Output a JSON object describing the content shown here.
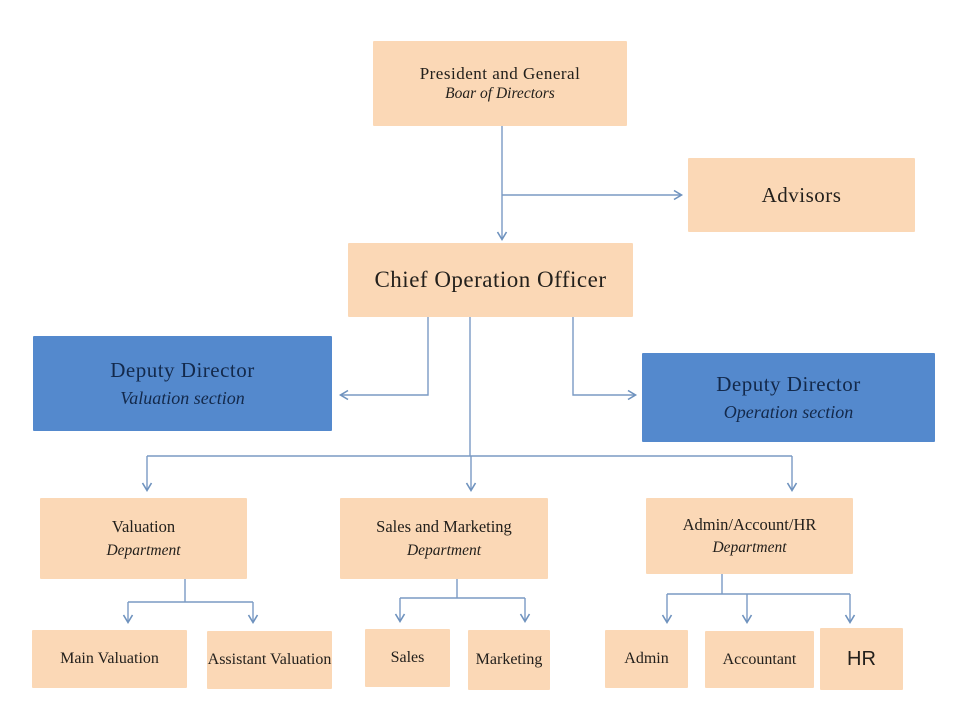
{
  "title": "Organization chart",
  "colors": {
    "box_peach": "#FBD8B6",
    "box_blue": "#5489CD",
    "connector_line": "#7A9AC4",
    "text_dark": "#23201c",
    "text_navy": "#13294b"
  },
  "nodes": {
    "president": {
      "line1": "President and General",
      "line2": "Boar of Directors"
    },
    "advisors": {
      "line1": "Advisors"
    },
    "coo": {
      "line1": "Chief Operation Officer"
    },
    "deputy_valuation": {
      "line1": "Deputy Director",
      "line2": "Valuation section"
    },
    "deputy_operation": {
      "line1": "Deputy Director",
      "line2": "Operation section"
    },
    "valuation_dept": {
      "line1": "Valuation",
      "line2": "Department"
    },
    "sales_marketing_dept": {
      "line1": "Sales and Marketing",
      "line2": "Department"
    },
    "admin_account_hr_dept": {
      "line1": "Admin/Account/HR",
      "line2": "Department"
    },
    "main_valuation": {
      "line1": "Main Valuation"
    },
    "assistant_valuation": {
      "line1": "Assistant Valuation"
    },
    "sales": {
      "line1": "Sales"
    },
    "marketing": {
      "line1": "Marketing"
    },
    "admin": {
      "line1": "Admin"
    },
    "accountant": {
      "line1": "Accountant"
    },
    "hr": {
      "line1": "HR"
    }
  }
}
